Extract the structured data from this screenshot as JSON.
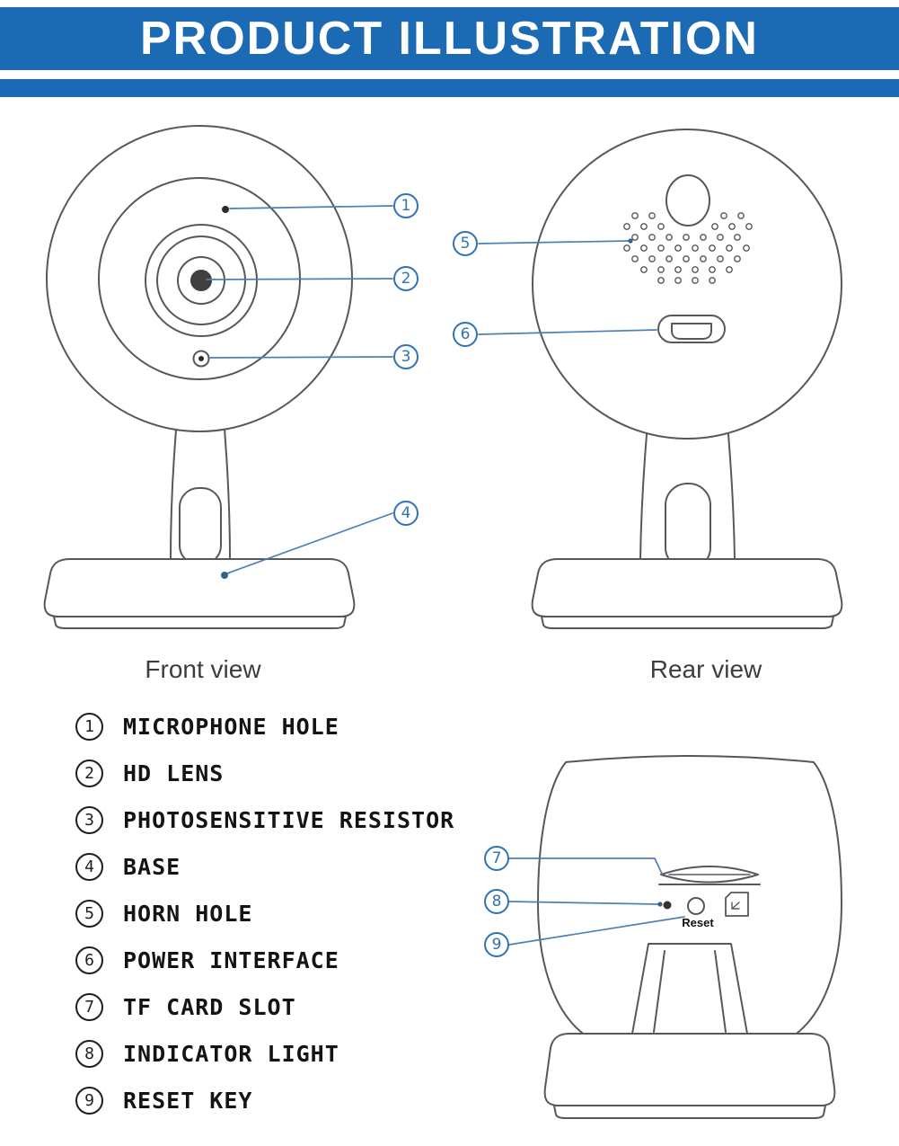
{
  "header": {
    "title": "PRODUCT ILLUSTRATION"
  },
  "captions": {
    "front": "Front view",
    "rear": "Rear view"
  },
  "callouts": [
    {
      "num": "1"
    },
    {
      "num": "2"
    },
    {
      "num": "3"
    },
    {
      "num": "4"
    },
    {
      "num": "5"
    },
    {
      "num": "6"
    },
    {
      "num": "7"
    },
    {
      "num": "8"
    },
    {
      "num": "9"
    }
  ],
  "legend": {
    "items": [
      {
        "num": "1",
        "label": "MICROPHONE HOLE"
      },
      {
        "num": "2",
        "label": "HD LENS"
      },
      {
        "num": "3",
        "label": "PHOTOSENSITIVE RESISTOR"
      },
      {
        "num": "4",
        "label": "BASE"
      },
      {
        "num": "5",
        "label": "HORN HOLE"
      },
      {
        "num": "6",
        "label": "POWER INTERFACE"
      },
      {
        "num": "7",
        "label": "TF CARD SLOT"
      },
      {
        "num": "8",
        "label": "INDICATOR LIGHT"
      },
      {
        "num": "9",
        "label": "RESET KEY"
      }
    ]
  },
  "bottom_view": {
    "reset_label": "Reset"
  },
  "colors": {
    "header_blue": "#1b6ab3",
    "callout_blue": "#2f72b5",
    "callout_line_blue": "#4e80b5",
    "art_gray": "#57585b"
  }
}
